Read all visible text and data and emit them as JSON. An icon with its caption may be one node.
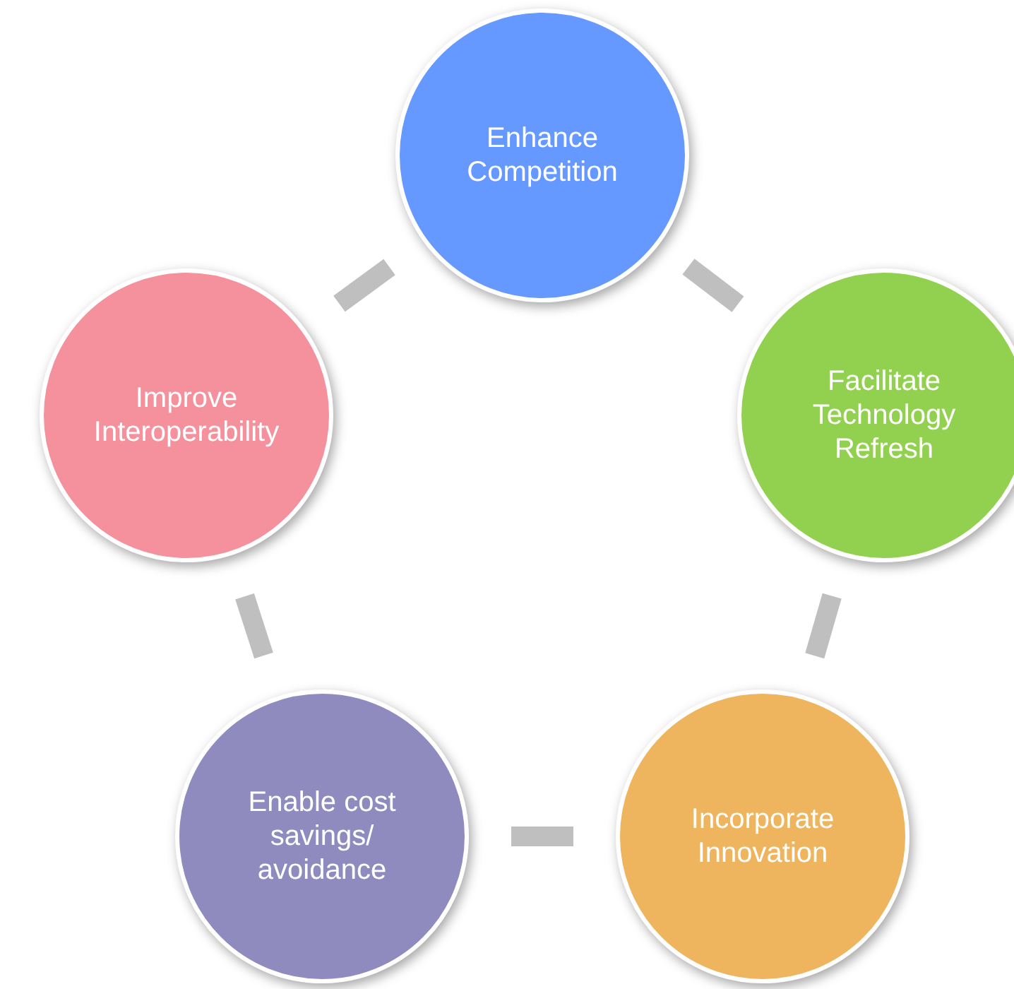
{
  "diagram": {
    "nodes": [
      {
        "text": [
          "Enhance Competition"
        ]
      },
      {
        "text": [
          "Facilitate Technology Refresh"
        ]
      },
      {
        "text": [
          "Incorporate Innovation"
        ]
      },
      {
        "text": [
          "Enable cost savings/ avoidance"
        ]
      },
      {
        "text": [
          "Improve Interoperability"
        ]
      }
    ],
    "edges": [
      {
        "from": 0,
        "to": 1,
        "arrow": "none"
      },
      {
        "from": 1,
        "to": 2,
        "arrow": "none"
      },
      {
        "from": 2,
        "to": 3,
        "arrow": "none"
      },
      {
        "from": 3,
        "to": 4,
        "arrow": "none"
      },
      {
        "from": 4,
        "to": 0,
        "arrow": "none"
      }
    ]
  }
}
